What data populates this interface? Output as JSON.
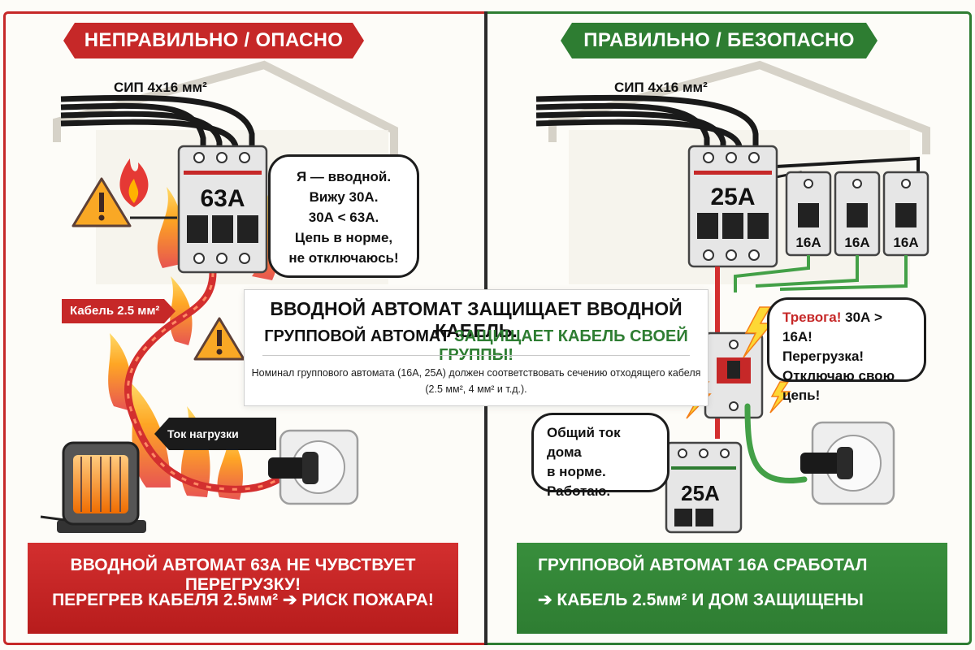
{
  "left": {
    "ribbon": "НЕПРАВИЛЬНО / ОПАСНО",
    "sip_label": "СИП 4х16 мм²",
    "breaker_rating": "63А",
    "cable_tag": "Кабель 2.5 мм²",
    "load_label": "Ток нагрузки",
    "load_value": "30А",
    "bubble": [
      "Я — вводной.",
      "Вижу 30А.",
      "30А < 63А.",
      "Цепь в норме,",
      "не отключаюсь!"
    ],
    "footer_line1": "ВВОДНОЙ АВТОМАТ 63А НЕ ЧУВСТВУЕТ ПЕРЕГРУЗКУ!",
    "footer_line2": "ПЕРЕГРЕВ КАБЕЛЯ 2.5мм² ➔ РИСК ПОЖАРА!"
  },
  "right": {
    "ribbon": "ПРАВИЛЬНО / БЕЗОПАСНО",
    "sip_label": "СИП 4х16 мм²",
    "main_breaker": "25А",
    "group_breakers": [
      "16А",
      "16А",
      "16А"
    ],
    "lower_breaker": "25А",
    "alarm_bubble": {
      "alarm_word": "Тревога!",
      "alarm_rest": " 30А > 16А!",
      "line2": "Перегрузка!",
      "line3": "Отключаю свою цепь!"
    },
    "ok_bubble": [
      "Общий ток дома",
      "в норме.",
      "Работаю."
    ],
    "footer_line1": "ГРУППОВОЙ АВТОМАТ 16А СРАБОТАЛ",
    "footer_line2": "➔ КАБЕЛЬ 2.5мм² И ДОМ ЗАЩИЩЕНЫ"
  },
  "center": {
    "line1": "ВВОДНОЙ АВТОМАТ ЗАЩИЩАЕТ ВВОДНОЙ КАБЕЛЬ.",
    "line2_start": "ГРУППОВОЙ АВТОМАТ ",
    "line2_green": "ЗАЩИЩАЕТ КАБЕЛЬ СВОЕЙ ГРУППЫ!",
    "note_line1": "Номинал группового автомата (16А, 25А) должен соответствовать сечению отходящего кабеля",
    "note_line2": "(2.5 мм², 4 мм² и т.д.)."
  },
  "colors": {
    "danger": "#c62828",
    "safe": "#2e7d32",
    "cable_hot": "#d32f2f",
    "cable_ok": "#43a047"
  },
  "icons": [
    "warning-icon",
    "fire-icon",
    "heater-icon",
    "socket-icon",
    "plug-icon",
    "lightning-icon",
    "house-outline"
  ]
}
